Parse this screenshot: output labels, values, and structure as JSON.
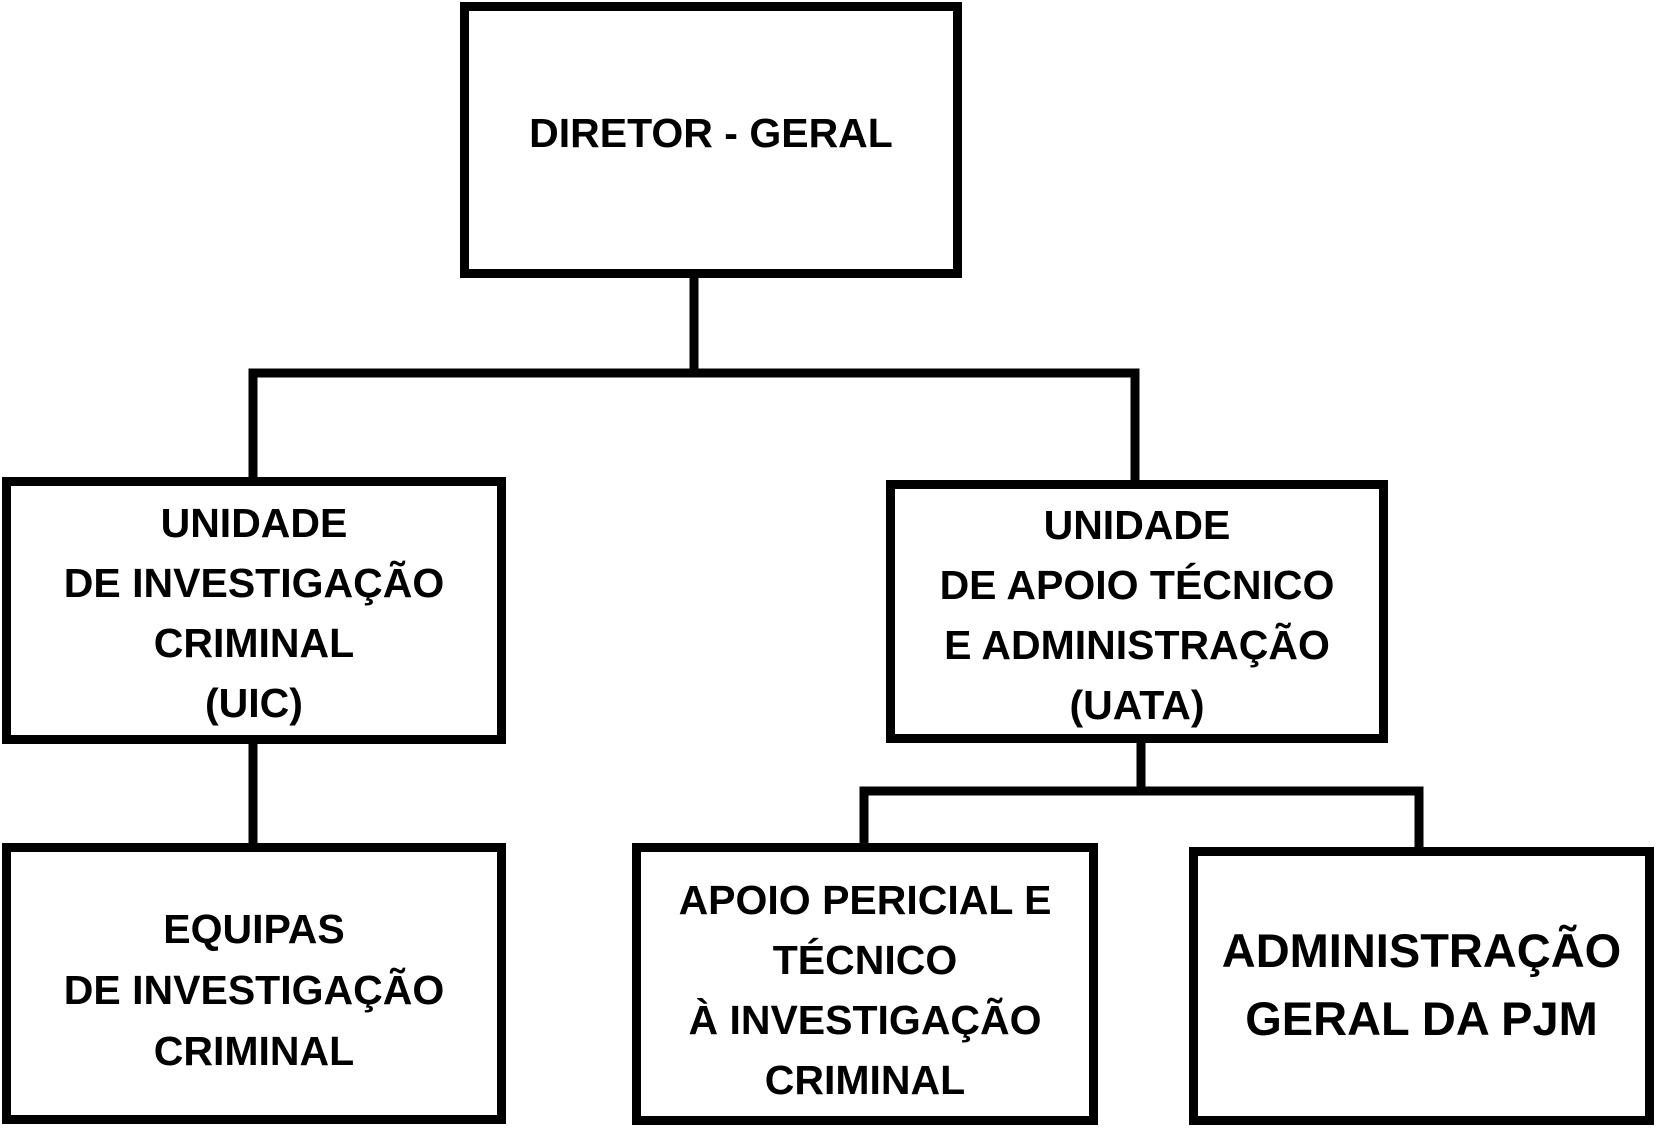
{
  "diagram": {
    "type": "org-chart",
    "nodes": [
      {
        "id": "director",
        "lines": [
          "DIRETOR - GERAL"
        ]
      },
      {
        "id": "uic",
        "lines": [
          "UNIDADE",
          "DE INVESTIGAÇÃO",
          "CRIMINAL",
          "(UIC)"
        ]
      },
      {
        "id": "uata",
        "lines": [
          "UNIDADE",
          "DE APOIO TÉCNICO",
          "E ADMINISTRAÇÃO",
          "(UATA)"
        ]
      },
      {
        "id": "equipas",
        "lines": [
          "EQUIPAS",
          "DE INVESTIGAÇÃO",
          "CRIMINAL"
        ]
      },
      {
        "id": "apoio",
        "lines": [
          "APOIO PERICIAL E",
          "TÉCNICO",
          "À INVESTIGAÇÃO",
          "CRIMINAL"
        ]
      },
      {
        "id": "admin",
        "lines": [
          "ADMINISTRAÇÃO",
          "GERAL DA PJM"
        ]
      }
    ],
    "edges": [
      {
        "from": "director",
        "to": "uic"
      },
      {
        "from": "director",
        "to": "uata"
      },
      {
        "from": "uic",
        "to": "equipas"
      },
      {
        "from": "uata",
        "to": "apoio"
      },
      {
        "from": "uata",
        "to": "admin"
      }
    ],
    "colors": {
      "stroke": "#000000",
      "fill": "#ffffff",
      "text": "#000000"
    }
  }
}
